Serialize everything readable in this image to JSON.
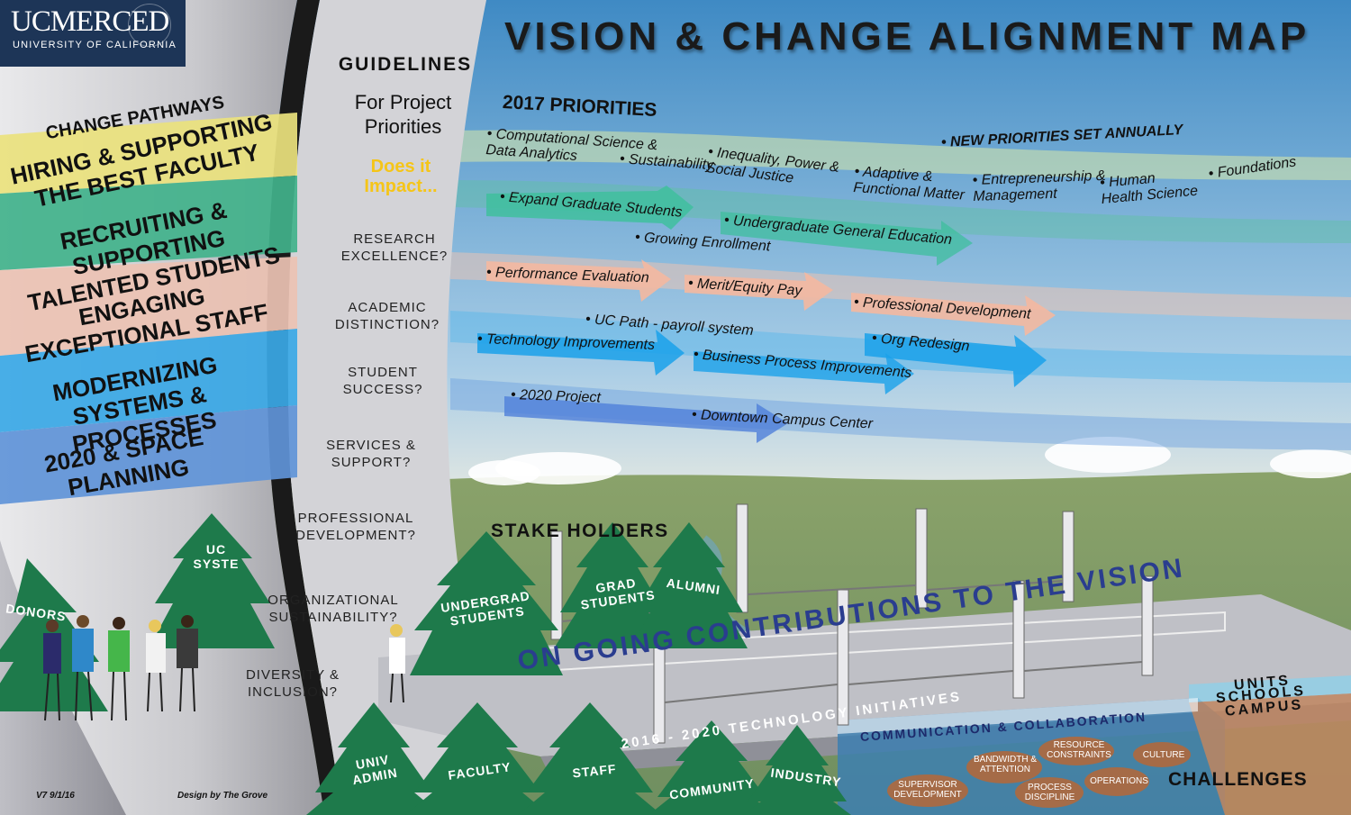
{
  "logo": {
    "main": "UCMERCED",
    "sub": "UNIVERSITY OF CALIFORNIA"
  },
  "title": "VISION & CHANGE ALIGNMENT MAP",
  "change_pathways": {
    "heading": "CHANGE PATHWAYS",
    "items": [
      {
        "label": "HIRING & SUPPORTING\nTHE BEST FACULTY",
        "color": "#e6e37a"
      },
      {
        "label": "RECRUITING & SUPPORTING\nTALENTED STUDENTS",
        "color": "#4fb68f"
      },
      {
        "label": "ENGAGING\nEXCEPTIONAL STAFF",
        "color": "#e8b8a7"
      },
      {
        "label": "MODERNIZING\nSYSTEMS & PROCESSES",
        "color": "#46a9e3"
      },
      {
        "label": "2020 & SPACE\nPLANNING",
        "color": "#5f93d6"
      }
    ]
  },
  "guidelines": {
    "heading": "GUIDELINES",
    "subheading": "For Project\nPriorities",
    "question": "Does it\nImpact...",
    "items": [
      "RESEARCH\nEXCELLENCE?",
      "ACADEMIC\nDISTINCTION?",
      "STUDENT\nSUCCESS?",
      "SERVICES &\nSUPPORT?",
      "PROFESSIONAL\nDEVELOPMENT?",
      "ORGANIZATIONAL\nSUSTAINABILITY?",
      "DIVERSITY &\nINCLUSION?"
    ]
  },
  "priorities": {
    "heading": "2017 PRIORITIES",
    "note": "• NEW PRIORITIES SET ANNUALLY",
    "items": [
      "• Computational Science &\n  Data Analytics",
      "• Sustainability",
      "• Inequality, Power &\n  Social Justice",
      "• Adaptive &\nFunctional Matter",
      "• Entrepreneurship &\n  Management",
      "• Human\nHealth Science",
      "• Foundations",
      "• Expand Graduate Students",
      "• Undergraduate General Education",
      "• Growing Enrollment",
      "• Performance Evaluation",
      "• Merit/Equity Pay",
      "• Professional Development",
      "• UC Path - payroll system",
      "• Technology Improvements",
      "• Business Process Improvements",
      "• Org Redesign",
      "• 2020 Project",
      "• Downtown Campus Center"
    ]
  },
  "stakeholders": {
    "heading": "STAKE HOLDERS",
    "items": [
      "DONORS",
      "UC\nSYSTE",
      "UNDERGRAD\nSTUDENTS",
      "GRAD\nSTUDENTS",
      "ALUMNI",
      "UNIV\nADMIN",
      "FACULTY",
      "STAFF",
      "COMMUNITY",
      "INDUSTRY"
    ]
  },
  "bridge": {
    "main": "ON GOING CONTRIBUTIONS TO THE VISION",
    "tech": "2016 - 2020 TECHNOLOGY INITIATIVES",
    "comm": "COMMUNICATION & COLLABORATION",
    "levels": [
      "UNITS",
      "SCHOOLS",
      "CAMPUS"
    ]
  },
  "challenges": {
    "heading": "CHALLENGES",
    "items": [
      "BANDWIDTH &\nATTENTION",
      "RESOURCE\nCONSTRAINTS",
      "CULTURE",
      "SUPERVISOR\nDEVELOPMENT",
      "PROCESS\nDISCIPLINE",
      "OPERATIONS"
    ]
  },
  "footer": {
    "version": "V7 9/1/16",
    "credit": "Design by The Grove"
  }
}
